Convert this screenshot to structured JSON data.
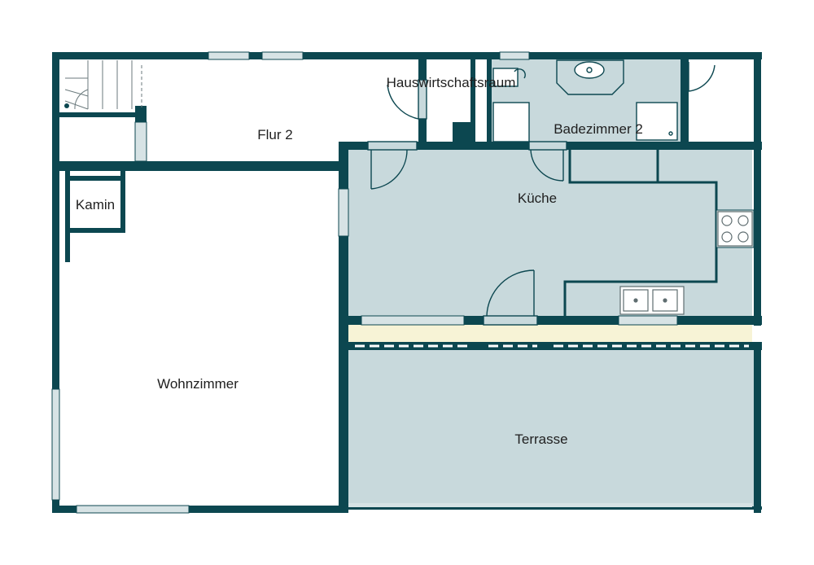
{
  "colors": {
    "wall": "#0c4750",
    "floor_tiled": "#c8d9dc",
    "floor_plain": "#ffffff",
    "threshold_strip": "#f7f3d6",
    "window": "#d7e3e5",
    "fixture_line": "#5f6d70"
  },
  "rooms": {
    "flur": {
      "label": "Flur 2"
    },
    "hwr": {
      "label": "Hauswirtschaftsraum"
    },
    "bad": {
      "label": "Badezimmer 2"
    },
    "kamin": {
      "label": "Kamin"
    },
    "kueche": {
      "label": "Küche"
    },
    "wohnzimmer": {
      "label": "Wohnzimmer"
    },
    "terrasse": {
      "label": "Terrasse"
    }
  }
}
